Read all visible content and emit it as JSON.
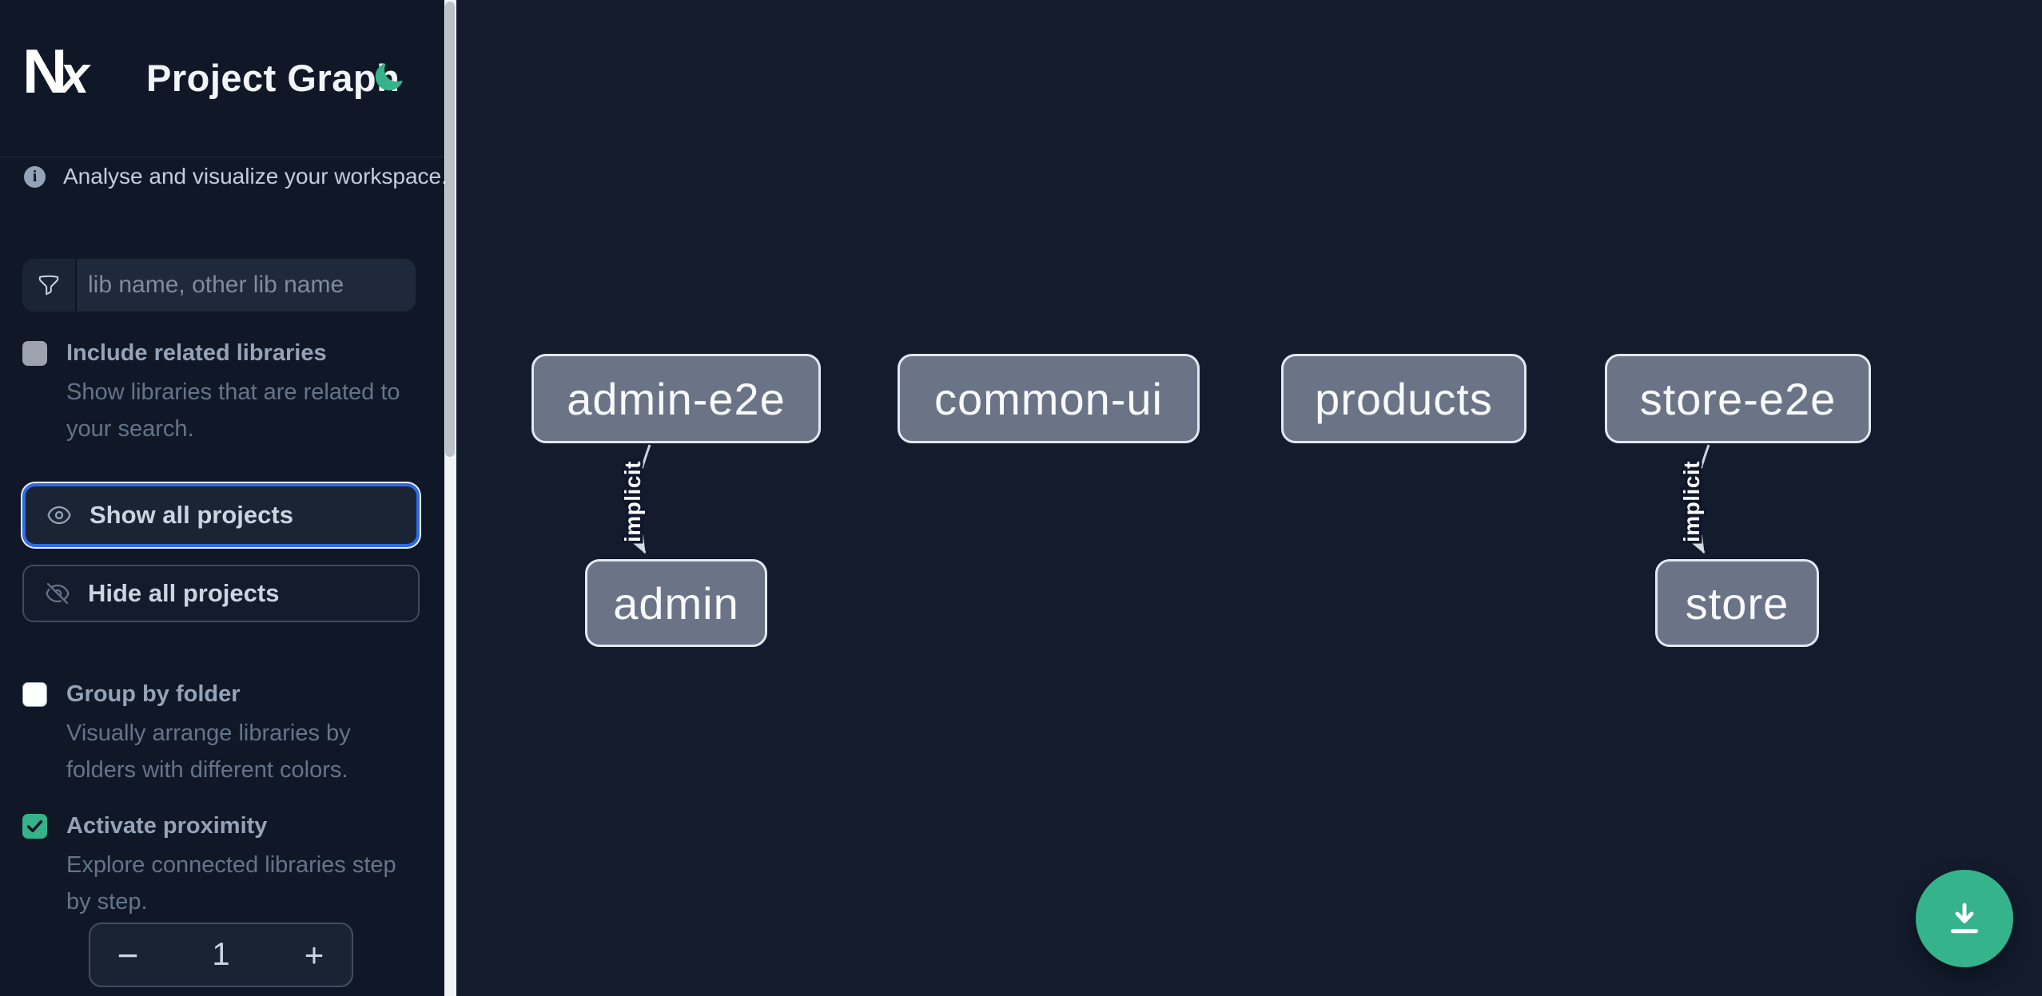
{
  "header": {
    "logo": {
      "n": "N",
      "x": "x"
    },
    "title": "Project Graph",
    "theme_toggle_icon": "moon-icon"
  },
  "sidebar": {
    "info_icon_glyph": "i",
    "info_text": "Analyse and visualize your workspace.",
    "filter": {
      "icon": "funnel-icon",
      "placeholder": "lib name, other lib name",
      "value": ""
    },
    "options": {
      "include_related": {
        "label": "Include related libraries",
        "description": "Show libraries that are related to your search.",
        "checked": false,
        "enabled": false
      },
      "group_by_folder": {
        "label": "Group by folder",
        "description": "Visually arrange libraries by folders with different colors.",
        "checked": false,
        "enabled": true
      },
      "activate_proximity": {
        "label": "Activate proximity",
        "description": "Explore connected libraries step by step.",
        "checked": true,
        "enabled": true
      }
    },
    "actions": {
      "show_all": {
        "label": "Show all projects",
        "icon": "eye-icon",
        "focused": true
      },
      "hide_all": {
        "label": "Hide all projects",
        "icon": "eye-slash-icon",
        "focused": false
      }
    },
    "proximity_stepper": {
      "decrement_label": "−",
      "value": "1",
      "increment_label": "+"
    }
  },
  "graph": {
    "nodes": [
      {
        "label": "admin-e2e"
      },
      {
        "label": "common-ui"
      },
      {
        "label": "products"
      },
      {
        "label": "store-e2e"
      },
      {
        "label": "admin"
      },
      {
        "label": "store"
      }
    ],
    "edges": [
      {
        "source": "admin-e2e",
        "target": "admin",
        "label": "implicit"
      },
      {
        "source": "store-e2e",
        "target": "store",
        "label": "implicit"
      }
    ]
  },
  "fab": {
    "icon": "download-icon"
  },
  "colors": {
    "background": "#131b2d",
    "sidebar_background": "#101828",
    "accent_green": "#35b38a",
    "focus_ring_blue": "#2f6be4",
    "node_fill": "#6b7487",
    "node_border": "#e2e8f0",
    "edge_stroke": "#cbd5e1"
  }
}
